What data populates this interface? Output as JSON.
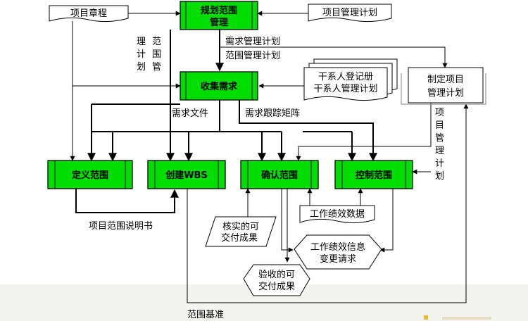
{
  "processes": {
    "plan": [
      "规划范围",
      "管理"
    ],
    "collect": "收集需求",
    "define": "定义范围",
    "wbs": "创建WBS",
    "validate": "确认范围",
    "control": "控制范围"
  },
  "documents": {
    "charter": "项目章程",
    "pmp_top": "项目管理计划",
    "stakeholders": [
      "干系人登记册",
      "干系人管理计划"
    ],
    "develop_pmp": [
      "制定项目",
      "管理计划"
    ],
    "perf_data": "工作绩效数据",
    "verified": [
      "核实的可",
      "交付成果"
    ],
    "perf_info": [
      "工作绩效信息",
      "变更请求"
    ],
    "accepted": [
      "验收的可",
      "交付成果"
    ]
  },
  "labels": {
    "req_plan": "需求管理计划",
    "scope_plan": "范围管理计划",
    "req_doc": "需求文件",
    "req_matrix": "需求跟踪矩阵",
    "scope_statement": "项目范围说明书",
    "scope_baseline": "范围基准",
    "vertical_left": [
      "范",
      "围",
      "管",
      "理",
      "计",
      "划"
    ],
    "vertical_right": [
      "项",
      "目",
      "管",
      "理",
      "计",
      "划"
    ]
  }
}
